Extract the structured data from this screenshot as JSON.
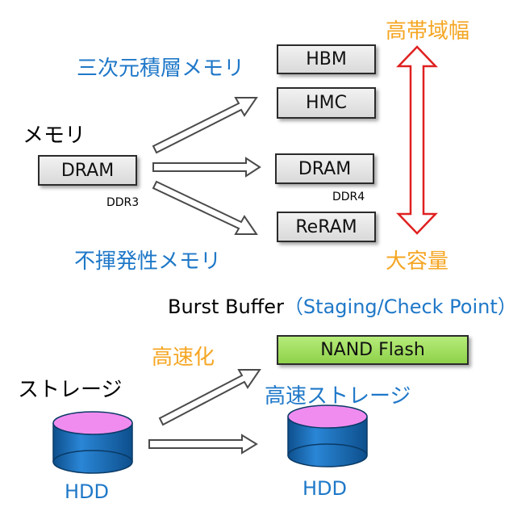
{
  "memory": {
    "category_label": "メモリ",
    "source_box": "DRAM",
    "source_tag": "DDR3",
    "stacked_label": "三次元積層メモリ",
    "nonvolatile_label": "不揮発性メモリ",
    "targets": {
      "hbm": "HBM",
      "hmc": "HMC",
      "dram": "DRAM",
      "dram_tag": "DDR4",
      "reram": "ReRAM"
    },
    "axis": {
      "top_label": "高帯域幅",
      "bottom_label": "大容量"
    }
  },
  "burst_buffer": {
    "label": "Burst Buffer",
    "detail": "（Staging/Check Point）"
  },
  "storage": {
    "category_label": "ストレージ",
    "speedup_label": "高速化",
    "nand_box": "NAND Flash",
    "fast_storage_label": "高速ストレージ",
    "hdd_left": "HDD",
    "hdd_right": "HDD"
  },
  "colors": {
    "blue_text": "#1f78c8",
    "orange_text": "#f5a623",
    "red_arrow": "#e02020",
    "nand_fill": "#9bdc5a",
    "cylinder_top": "#f08cf0",
    "cylinder_body": "#1e6fb8"
  }
}
